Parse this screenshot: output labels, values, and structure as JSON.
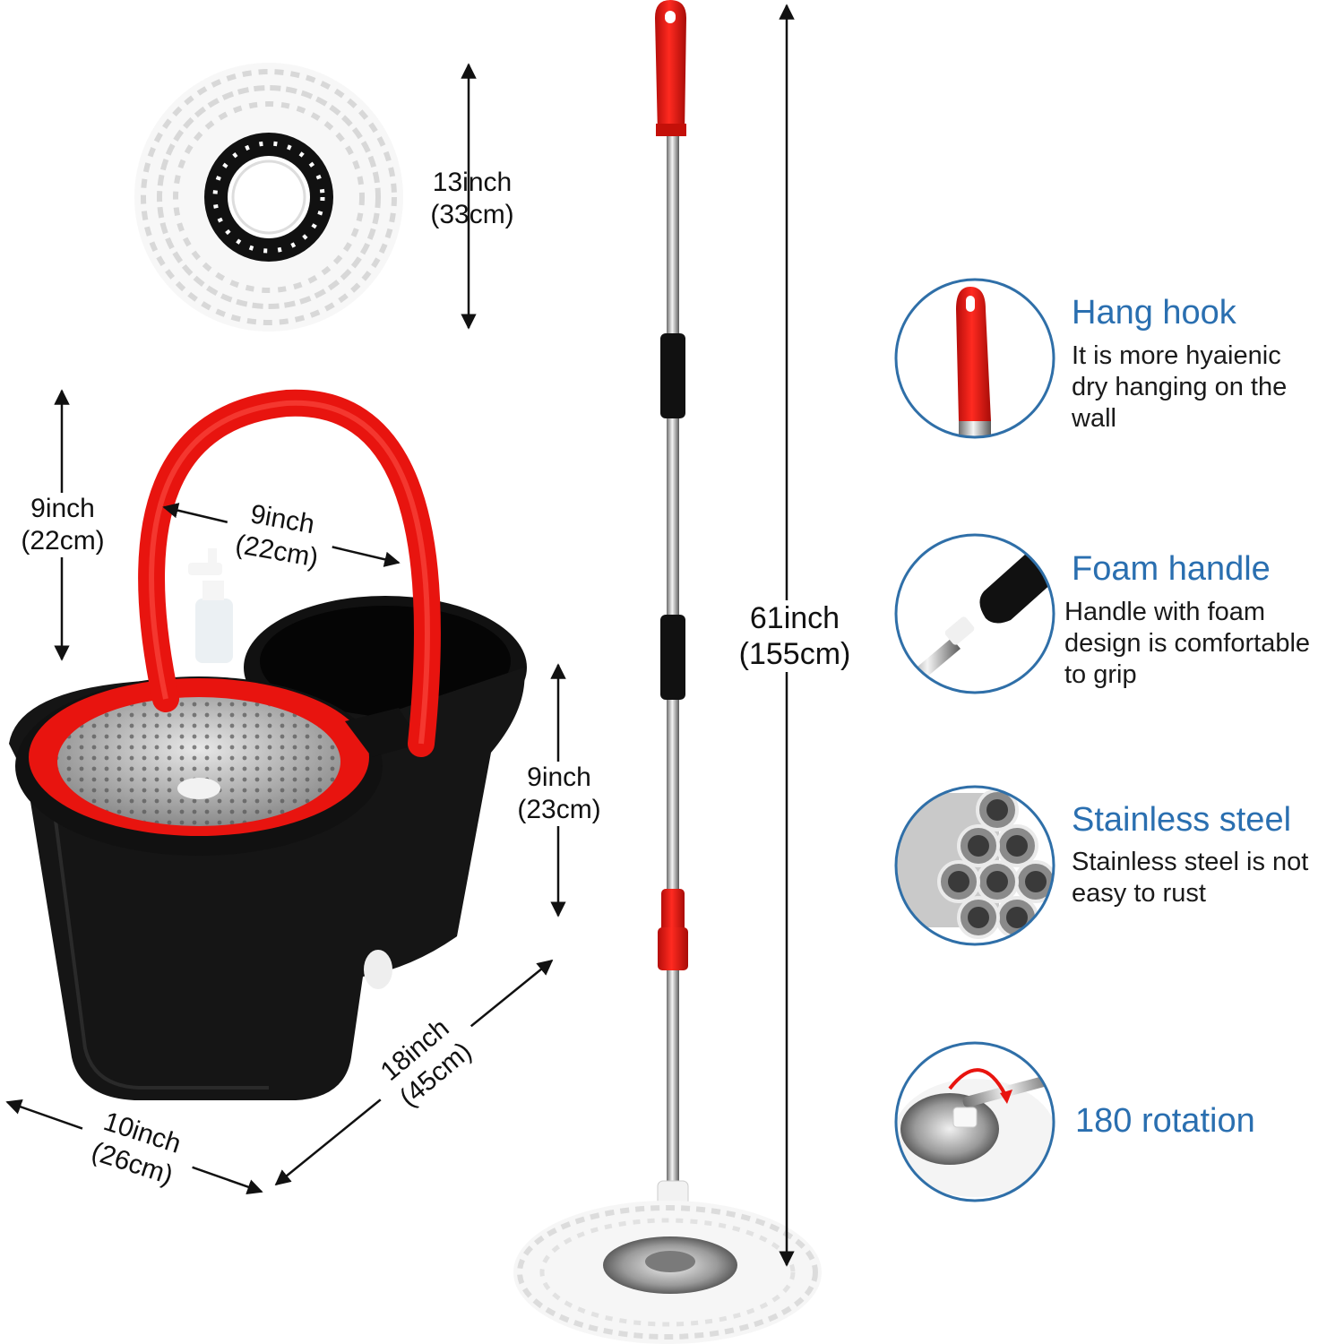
{
  "colors": {
    "accent_red": "#e8140f",
    "bucket_black": "#121212",
    "feature_blue": "#2a6fb0",
    "circle_border": "#2f6fa8"
  },
  "dimensions": {
    "mop_head": {
      "line1": "13inch",
      "line2": "(33cm)"
    },
    "handle_height": {
      "line1": "9inch",
      "line2": "(22cm)"
    },
    "handle_width": {
      "line1": "9inch",
      "line2": "(22cm)"
    },
    "bucket_height": {
      "line1": "9inch",
      "line2": "(23cm)"
    },
    "bucket_length": {
      "line1": "18inch",
      "line2": "(45cm)"
    },
    "bucket_width": {
      "line1": "10inch",
      "line2": "(26cm)"
    },
    "mop_length": {
      "line1": "61inch",
      "line2": "(155cm)"
    }
  },
  "features": [
    {
      "title": "Hang hook",
      "desc": [
        "It is more hyaienic",
        "dry hanging on the",
        "wall"
      ],
      "icon": "hang-hook-icon"
    },
    {
      "title": "Foam handle",
      "desc": [
        "Handle with foam",
        "design is comfortable",
        "to grip"
      ],
      "icon": "foam-handle-icon"
    },
    {
      "title": "Stainless steel",
      "desc": [
        "Stainless steel is not",
        "easy to rust"
      ],
      "icon": "steel-tubes-icon"
    },
    {
      "title": "180 rotation",
      "desc": [],
      "icon": "rotation-icon"
    }
  ]
}
